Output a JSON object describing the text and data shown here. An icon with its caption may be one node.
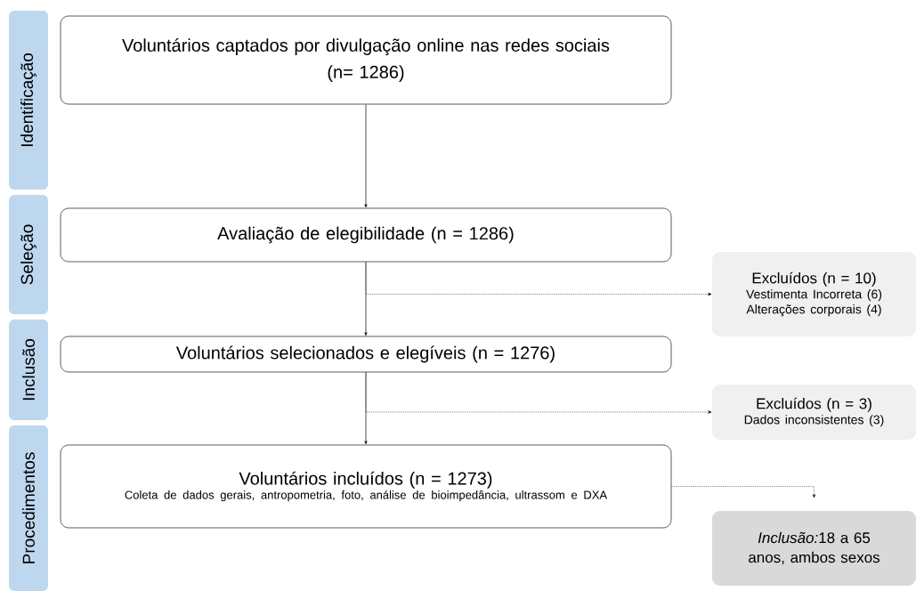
{
  "diagram": {
    "nodes": [
      {
        "text": [
          "Identificação"
        ]
      },
      {
        "text": [
          "Seleção"
        ]
      },
      {
        "text": [
          "Inclusão"
        ]
      },
      {
        "text": [
          "Procedimentos"
        ]
      },
      {
        "text": [
          "Voluntários captados por divulgação online nas redes sociais",
          "(n= 1286)"
        ]
      },
      {
        "text": [
          "Avaliação de elegibilidade (n = 1286)"
        ]
      },
      {
        "text": [
          "Excluídos (n = 10)",
          "Vestimenta Incorreta (6)",
          "Alterações corporais (4)"
        ]
      },
      {
        "text": [
          "Voluntários selecionados e elegíveis (n = 1276)"
        ]
      },
      {
        "text": [
          "Excluídos (n = 3)",
          "Dados inconsistentes (3)"
        ]
      },
      {
        "text": [
          "Voluntários incluídos (n = 1273)",
          "Coleta de dados gerais, antropometria, foto, análise de bioimpedância, ultrassom e DXA"
        ]
      },
      {
        "text": [
          "Inclusão:",
          "18 a 65 anos, ambos sexos"
        ]
      }
    ],
    "edges": [
      {
        "from": 4,
        "to": 5,
        "arrow": "to"
      },
      {
        "from": 5,
        "to": 7,
        "arrow": "to"
      },
      {
        "from": 5,
        "to": 6,
        "arrow": "to",
        "style": "dashed"
      },
      {
        "from": 7,
        "to": 9,
        "arrow": "to"
      },
      {
        "from": 7,
        "to": 8,
        "arrow": "to",
        "style": "dashed"
      },
      {
        "from": 9,
        "to": 10,
        "arrow": "to",
        "style": "dashed"
      }
    ]
  }
}
